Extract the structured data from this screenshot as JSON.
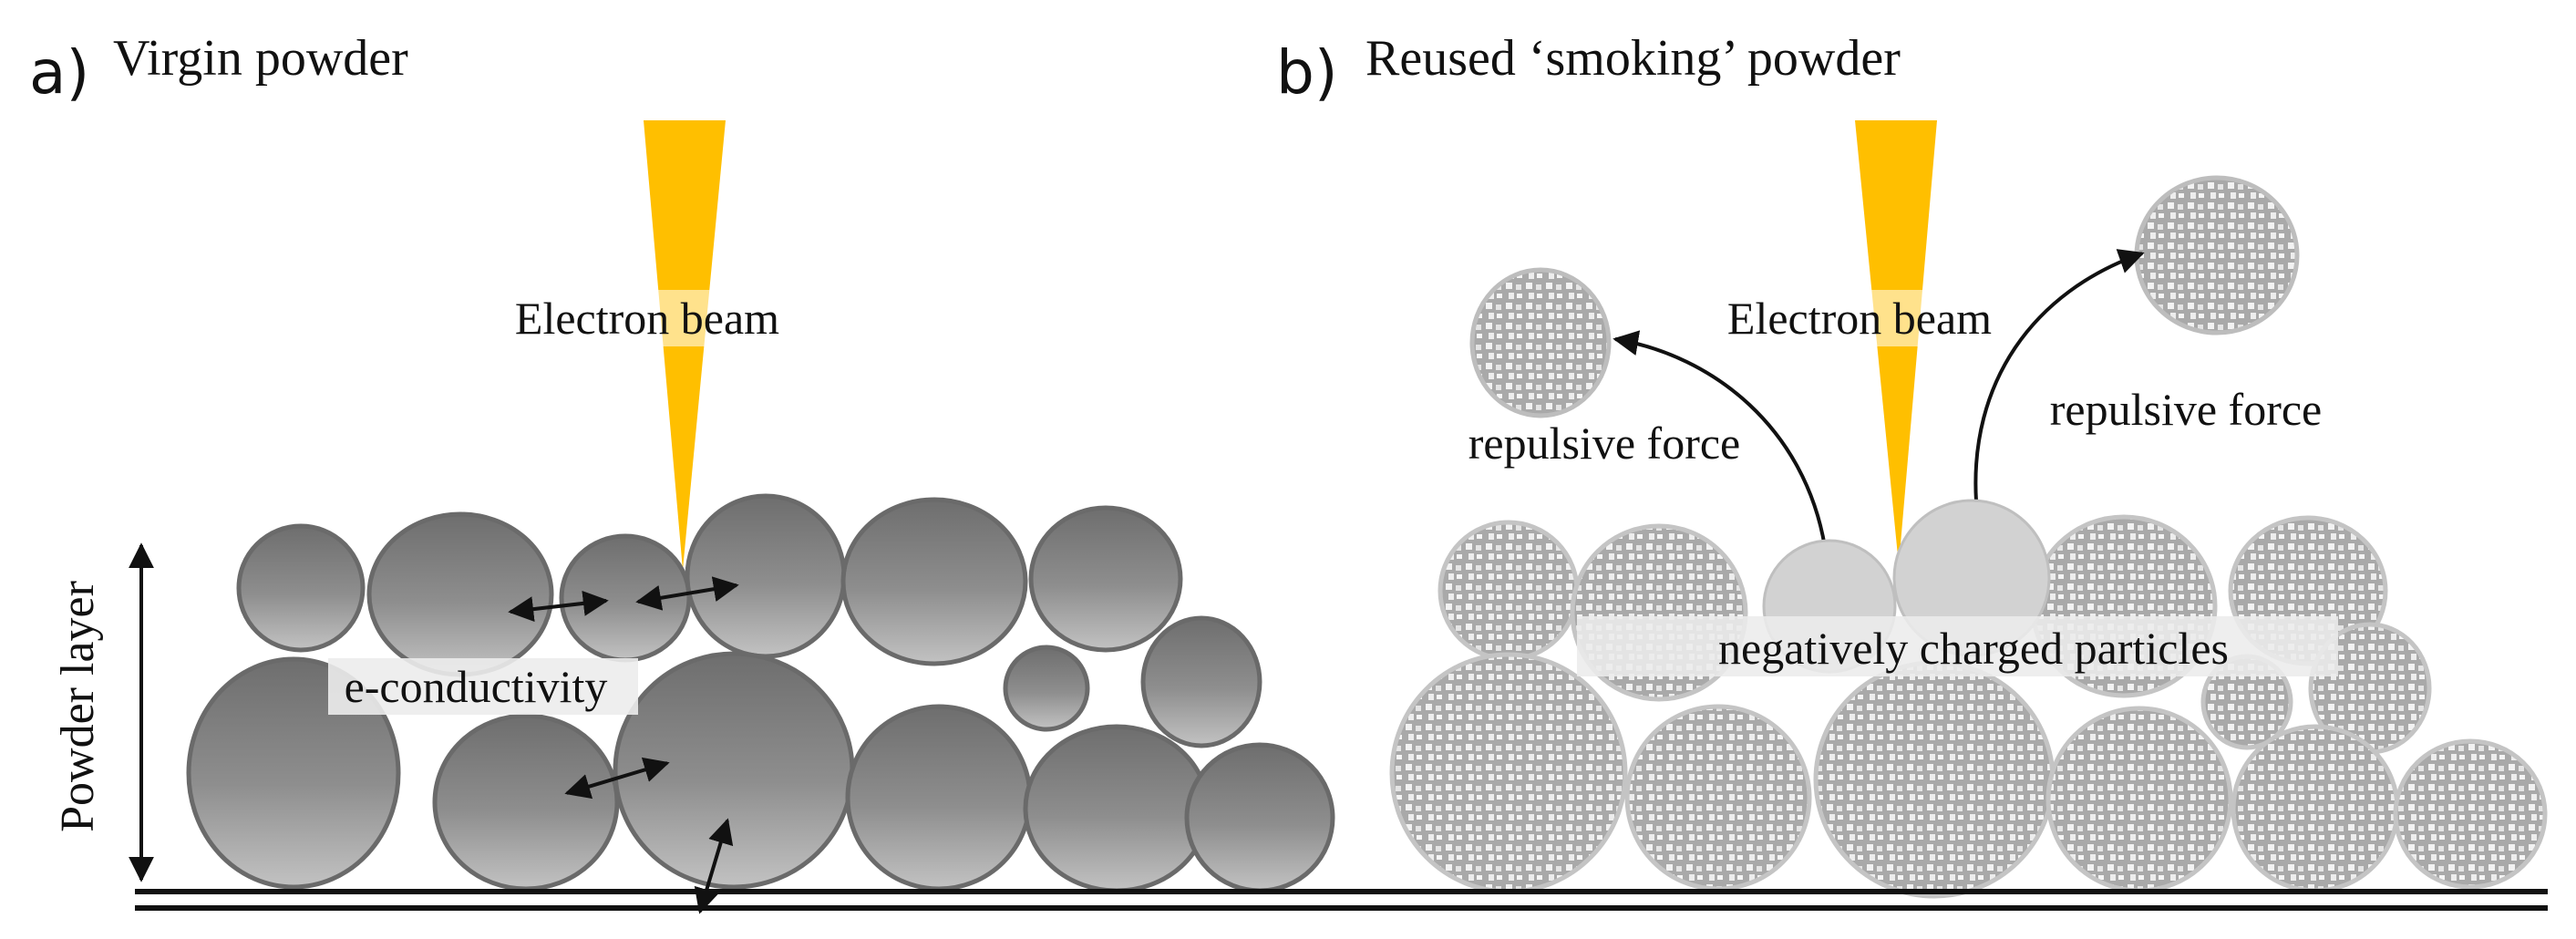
{
  "panel_a": {
    "letter": "a)",
    "title": "Virgin powder",
    "beam_label": "Electron beam",
    "conductivity_label": "e-conductivity",
    "layer_label": "Powder layer"
  },
  "panel_b": {
    "letter": "b)",
    "title": "Reused ‘smoking’ powder",
    "beam_label": "Electron beam",
    "force_left_label": "repulsive  force",
    "force_right_label": "repulsive  force",
    "charged_label": "negatively  charged particles"
  },
  "colors": {
    "beam": "#FFBF00",
    "virgin_particle": "#8f8f8f",
    "reused_particle": "#bdbdbd",
    "charged_particle": "#d2d2d2"
  }
}
